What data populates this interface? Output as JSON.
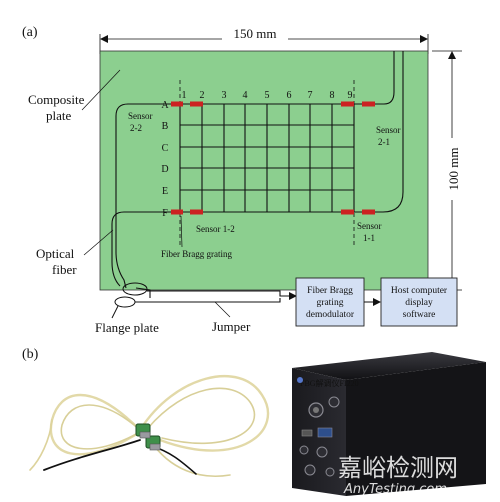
{
  "panel_a": {
    "label": "(a)",
    "width_dim": "150 mm",
    "height_dim": "100 mm",
    "composite_plate": [
      "Composite",
      "plate"
    ],
    "optical_fiber": [
      "Optical",
      "fiber"
    ],
    "flange_plate": "Flange plate",
    "jumper": "Jumper",
    "fbg_label": "Fiber Bragg grating",
    "sensors": {
      "s22": [
        "Sensor",
        "2-2"
      ],
      "s21": [
        "Sensor",
        "2-1"
      ],
      "s12": "Sensor 1-2",
      "s11": [
        "Sensor",
        "1-1"
      ]
    },
    "columns": [
      "1",
      "2",
      "3",
      "4",
      "5",
      "6",
      "7",
      "8",
      "9"
    ],
    "rows": [
      "A",
      "B",
      "C",
      "D",
      "E",
      "F"
    ],
    "demodulator": [
      "Fiber Bragg",
      "grating",
      "demodulator"
    ],
    "host": [
      "Host computer",
      "display",
      "software"
    ]
  },
  "panel_b": {
    "label": "(b)",
    "device_label": "FBG解调仪FI220",
    "watermark": "嘉峪检测网",
    "watermark_url": "AnyTesting.com"
  },
  "colors": {
    "plate_fill": "#8ccf8f",
    "grating_red": "#cc2222",
    "box_fill": "#d4e0f4",
    "device_body": "#1c1c1f"
  }
}
